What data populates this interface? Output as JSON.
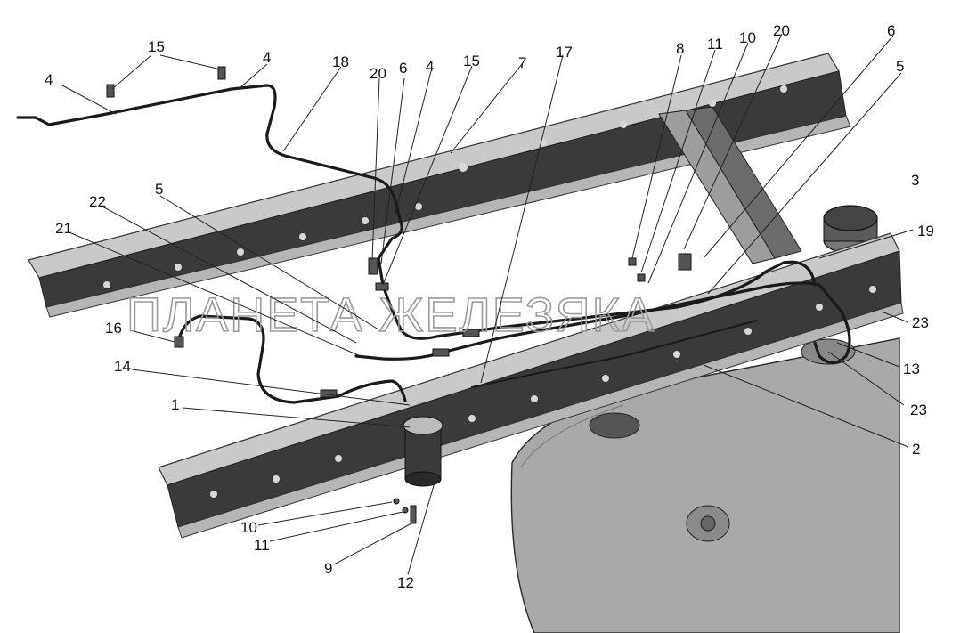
{
  "watermark": "ПЛАНЕТА ЖЕЛЕЗЯКА",
  "colors": {
    "rail_web": "#3a3a3a",
    "rail_flange": "#c9c9c9",
    "tank": "#a9a9a9",
    "pipe": "#1a1a1a"
  },
  "callouts": [
    {
      "id": "c15a",
      "text": "15"
    },
    {
      "id": "c4a",
      "text": "4"
    },
    {
      "id": "c4b",
      "text": "4"
    },
    {
      "id": "c18",
      "text": "18"
    },
    {
      "id": "c20a",
      "text": "20"
    },
    {
      "id": "c6a",
      "text": "6"
    },
    {
      "id": "c4c",
      "text": "4"
    },
    {
      "id": "c15b",
      "text": "15"
    },
    {
      "id": "c7",
      "text": "7"
    },
    {
      "id": "c17",
      "text": "17"
    },
    {
      "id": "c8",
      "text": "8"
    },
    {
      "id": "c11a",
      "text": "11"
    },
    {
      "id": "c10a",
      "text": "10"
    },
    {
      "id": "c20b",
      "text": "20"
    },
    {
      "id": "c6b",
      "text": "6"
    },
    {
      "id": "c5a",
      "text": "5"
    },
    {
      "id": "c3",
      "text": "3"
    },
    {
      "id": "c19",
      "text": "19"
    },
    {
      "id": "c22",
      "text": "22"
    },
    {
      "id": "c5b",
      "text": "5"
    },
    {
      "id": "c21",
      "text": "21"
    },
    {
      "id": "c16",
      "text": "16"
    },
    {
      "id": "c23a",
      "text": "23"
    },
    {
      "id": "c14",
      "text": "14"
    },
    {
      "id": "c13",
      "text": "13"
    },
    {
      "id": "c1",
      "text": "1"
    },
    {
      "id": "c23b",
      "text": "23"
    },
    {
      "id": "c2",
      "text": "2"
    },
    {
      "id": "c10b",
      "text": "10"
    },
    {
      "id": "c11b",
      "text": "11"
    },
    {
      "id": "c9",
      "text": "9"
    },
    {
      "id": "c12",
      "text": "12"
    }
  ]
}
